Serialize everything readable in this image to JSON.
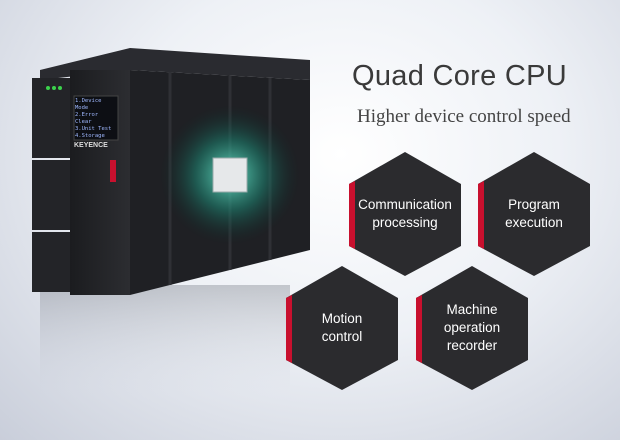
{
  "headline": "Quad Core CPU",
  "subline": "Higher device control speed",
  "device": {
    "brand": "KEYENCE",
    "screen_lines": [
      "1.Device Mode",
      "2.Error Clear",
      "3.Unit Test",
      "4.Storage"
    ]
  },
  "hexagons": [
    {
      "label": "Communication\nprocessing"
    },
    {
      "label": "Program\nexecution"
    },
    {
      "label": "Motion\ncontrol"
    },
    {
      "label": "Machine\noperation\nrecorder"
    }
  ],
  "colors": {
    "hex_fill": "#2b2b2e",
    "accent": "#c8102e",
    "chip_glow": "#3fe0c0"
  }
}
